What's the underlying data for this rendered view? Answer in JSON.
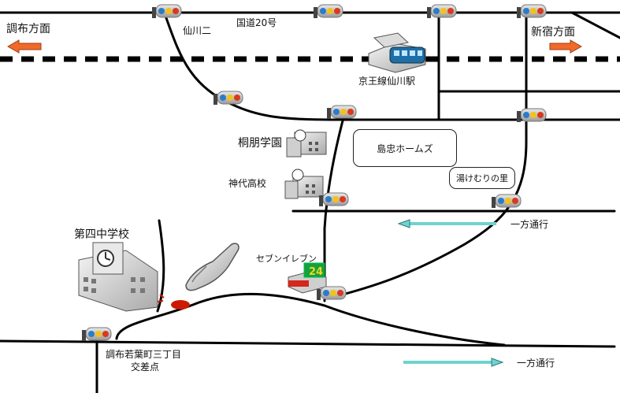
{
  "roads": {
    "route20": "国道20号",
    "to_chofu": "調布方面",
    "to_shinjuku": "新宿方面"
  },
  "places": {
    "sengawa2": "仙川二",
    "keio_station": "京王線仙川駅",
    "toho_gakuen": "桐朋学園",
    "jindai_high": "神代高校",
    "daiyon_jhs": "第四中学校",
    "shimachu_homes": "島忠ホームズ",
    "yukemuri": "湯けむりの里",
    "seven_eleven": "セブンイレブン",
    "intersection_line1": "調布若葉町三丁目",
    "intersection_line2": "交差点"
  },
  "one_way_top": "一方通行",
  "one_way_bottom": "一方通行",
  "store_badge": "24",
  "colors": {
    "road": "#000000",
    "arrow_orange": "#f06a2a",
    "arrow_teal": "#6fd3cf",
    "destination_pin": "#cc1a00",
    "signal_body": "#b9b9b9"
  }
}
